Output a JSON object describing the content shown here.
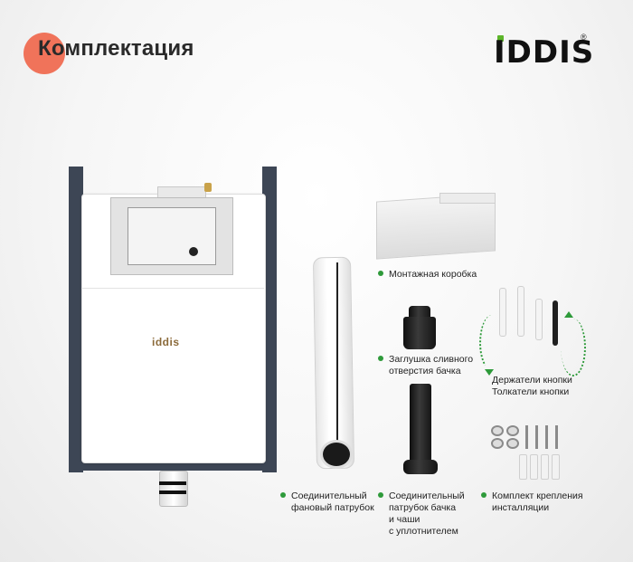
{
  "header": {
    "title": "Комплектация"
  },
  "brand": {
    "logo_text": "IDDIS",
    "reg_mark": "®",
    "tank_logo": "iddis",
    "accent": "#5cb52a",
    "blob_color": "#f0735a"
  },
  "labels": {
    "mounting_box": "Монтажная коробка",
    "drain_plug_line1": "Заглушка сливного",
    "drain_plug_line2": "отверстия бачка",
    "button_holders_line1": "Держатели кнопки",
    "button_holders_line2": "Толкатели кнопки",
    "fan_pipe_line1": "Соединительный",
    "fan_pipe_line2": "фановый патрубок",
    "tank_pipe_line1": "Соединительный",
    "tank_pipe_line2": "патрубок бачка",
    "tank_pipe_line3": "и чаши",
    "tank_pipe_line4": "с уплотнителем",
    "mount_kit_line1": "Комплект крепления",
    "mount_kit_line2": "инсталляции"
  },
  "colors": {
    "bullet": "#2e9a3a",
    "frame": "#3d4655"
  }
}
